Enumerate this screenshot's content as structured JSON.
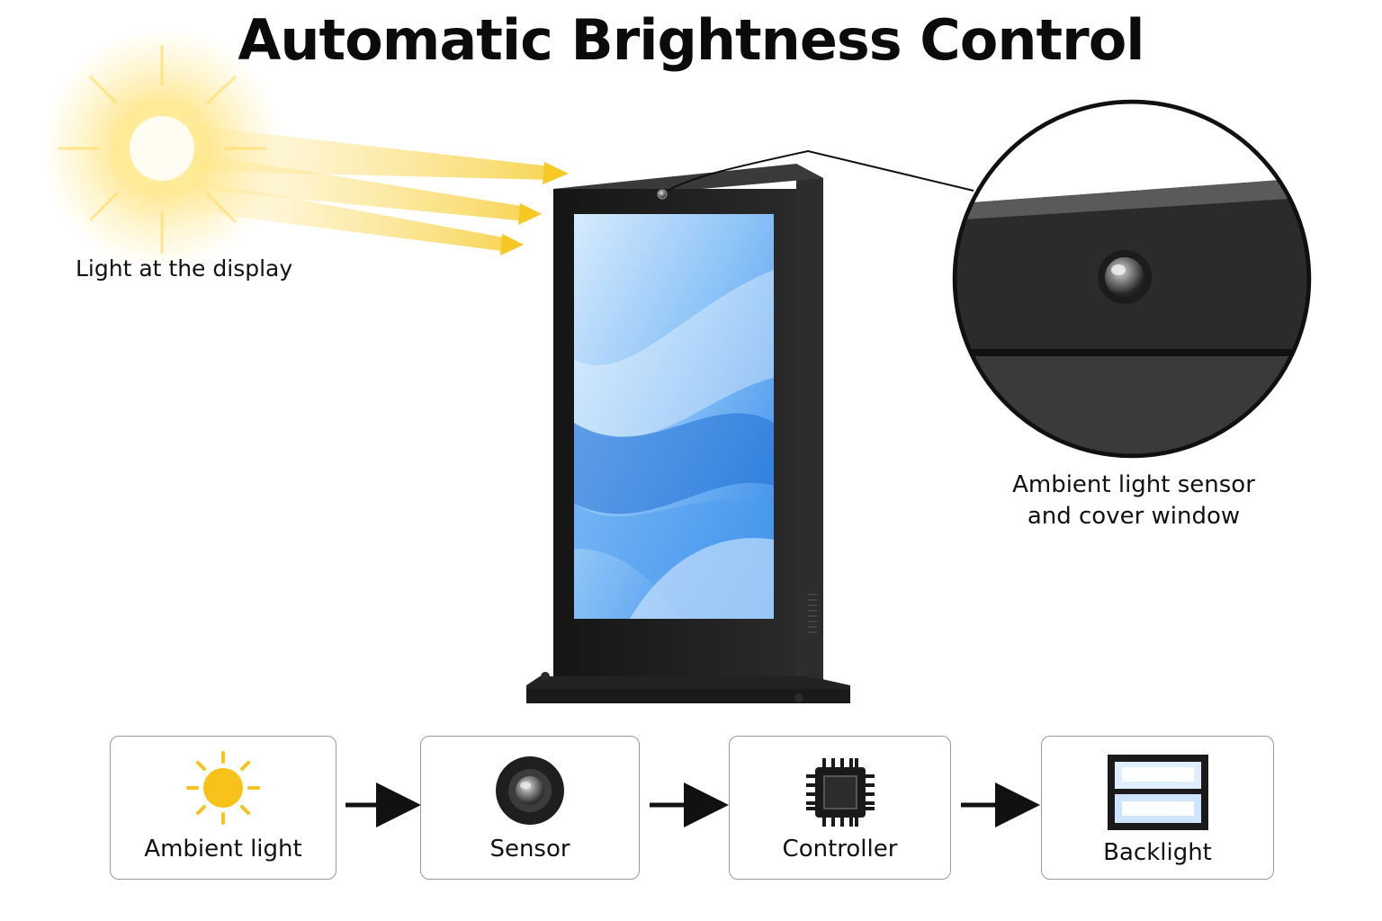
{
  "title": "Automatic Brightness Control",
  "sun_label": "Light at the display",
  "sensor_callout": {
    "line1": "Ambient light sensor",
    "line2": "and cover window"
  },
  "flow": [
    {
      "label": "Ambient light",
      "icon": "sun-icon"
    },
    {
      "label": "Sensor",
      "icon": "sensor-icon"
    },
    {
      "label": "Controller",
      "icon": "chip-icon"
    },
    {
      "label": "Backlight",
      "icon": "backlight-icon"
    }
  ],
  "colors": {
    "sun": "#f7c31a",
    "screen": "#2f86e8",
    "housing": "#1b1b1b",
    "arrow": "#111111"
  }
}
